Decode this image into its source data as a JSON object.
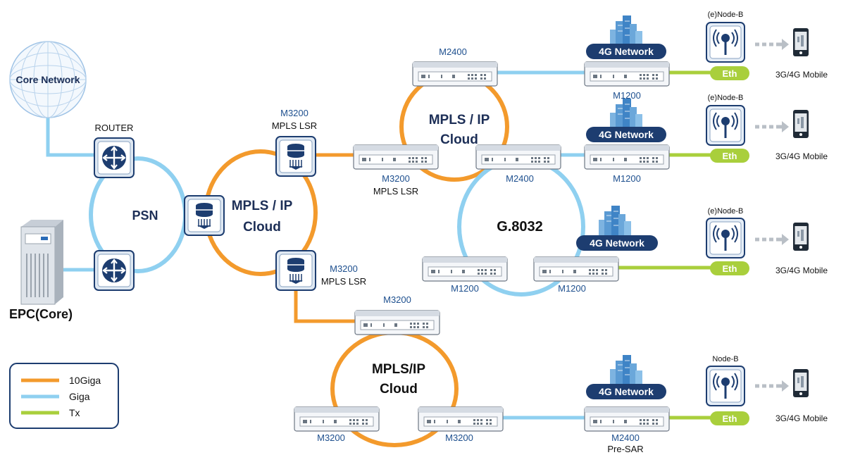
{
  "core_network": {
    "label": "Core Network"
  },
  "router": {
    "label": "ROUTER"
  },
  "epc": {
    "label": "EPC(Core)"
  },
  "psn": {
    "label": "PSN"
  },
  "clouds": {
    "mpls_left": {
      "line1": "MPLS / IP",
      "line2": "Cloud"
    },
    "mpls_top": {
      "line1": "MPLS / IP",
      "line2": "Cloud"
    },
    "mpls_bottom": {
      "line1": "MPLS/IP",
      "line2": "Cloud"
    },
    "g8032": {
      "label": "G.8032"
    }
  },
  "lsr_top": {
    "model": "M3200",
    "role": "MPLS LSR"
  },
  "lsr_bottom": {
    "model": "M3200",
    "role": "MPLS LSR"
  },
  "devices": {
    "m2400_top": "M2400",
    "m3200_mid": "M3200",
    "m3200_mid_role": "MPLS LSR",
    "m2400_mid": "M2400",
    "m1200_r1": "M1200",
    "m1200_r2": "M1200",
    "m1200_g1": "M1200",
    "m1200_g2": "M1200",
    "m3200_b1": "M3200",
    "m3200_b2": "M3200",
    "m3200_b3": "M3200",
    "m2400_b": "M2400",
    "m2400_b_role": "Pre-SAR"
  },
  "network_badge": "4G Network",
  "eth_badge": "Eth",
  "nodeb": {
    "enodeb": "(e)Node-B",
    "nodeb": "Node-B"
  },
  "mobile": "3G/4G Mobile",
  "legend": {
    "items": [
      {
        "label": "10Giga",
        "color": "#f39a2c"
      },
      {
        "label": "Giga",
        "color": "#8fd0f0"
      },
      {
        "label": "Tx",
        "color": "#a9cf3c"
      }
    ]
  },
  "colors": {
    "orange": "#f39a2c",
    "blue": "#8fd0f0",
    "green": "#a9cf3c",
    "navy": "#1d3d70"
  }
}
